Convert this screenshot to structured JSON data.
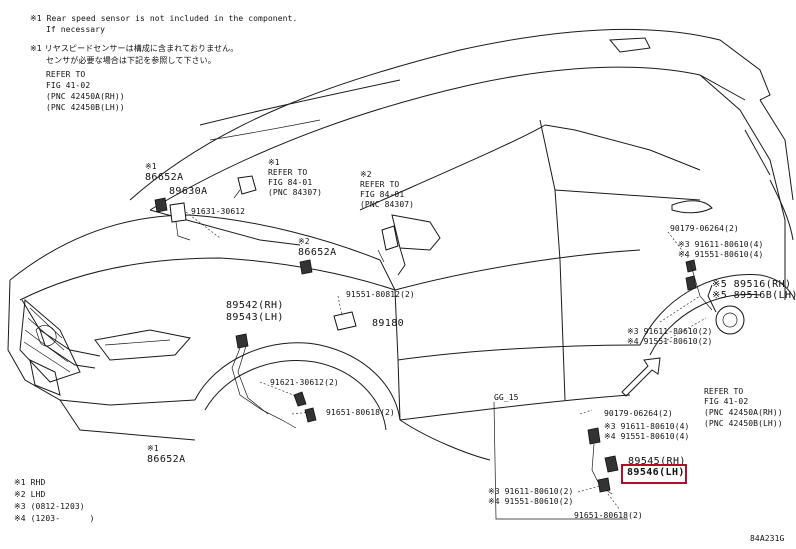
{
  "notes": {
    "n1": "※1 Rear speed sensor is not included in the component.",
    "n1b": "If necessary",
    "n2": "※1 リヤスピードセンサーは構成に含まれておりません。",
    "n2b": "センサが必要な場合は下記を参照して下さい。",
    "refer": "REFER TO",
    "fig": "FIG 41-02",
    "pnc_rh": "(PNC 42450A(RH))",
    "pnc_lh": "(PNC 42450B(LH))"
  },
  "labels": {
    "a1_mark": "※1",
    "a1": "86652A",
    "a2": "89630A",
    "a3": "91631-30612",
    "b_mark": "※1",
    "b_refer": "REFER TO",
    "b_fig": "FIG 84-01",
    "b_pnc": "(PNC 84307)",
    "c_mark": "※2",
    "c_refer": "REFER TO",
    "c_fig": "FIG 84-01",
    "c_pnc": "(PNC 84307)",
    "d_mark": "※2",
    "d1": "86652A",
    "e1": "91551-80812(2)",
    "e2": "89180",
    "f1": "89542(RH)",
    "f2": "89543(LH)",
    "g1": "91621-30612(2)",
    "g2": "91651-80618(2)",
    "h_mark": "※1",
    "h1": "86652A",
    "r1": "90179-06264(2)",
    "r2": "※3 91611-80610(4)",
    "r3": "※4 91551-80610(4)",
    "r4": "※5 89516(RH)",
    "r5": "※5 89516B(LH)",
    "r6": "※3 91611-80610(2)",
    "r7": "※4 91551-80610(2)",
    "r_refer": "REFER TO",
    "r_fig": "FIG 41-02",
    "r_pnc_rh": "(PNC 42450A(RH))",
    "r_pnc_lh": "(PNC 42450B(LH))",
    "gg": "GG_15",
    "s1": "90179-06264(2)",
    "s2": "※3 91611-80610(4)",
    "s3": "※4 91551-80610(4)",
    "s4": "89545(RH)",
    "s5": "89546(LH)",
    "s6": "※3 91611-80610(2)",
    "s7": "※4 91551-80610(2)",
    "s8": "91651-80618(2)"
  },
  "legend": {
    "l1": "※1 RHD",
    "l2": "※2 LHD",
    "l3": "※3 (0812-1203)",
    "l4": "※4 (1203-      )"
  },
  "figure_code": "84A231G",
  "colors": {
    "highlight": "#b0102a",
    "line": "#1a1a1a"
  }
}
